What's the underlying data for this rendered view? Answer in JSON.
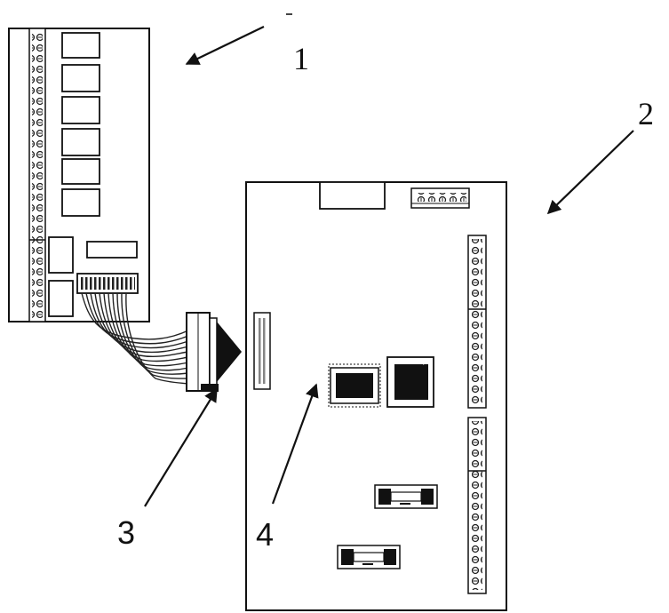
{
  "labels": {
    "board_1": "1",
    "board_2": "2",
    "cable_3": "3",
    "chip_4": "4"
  }
}
